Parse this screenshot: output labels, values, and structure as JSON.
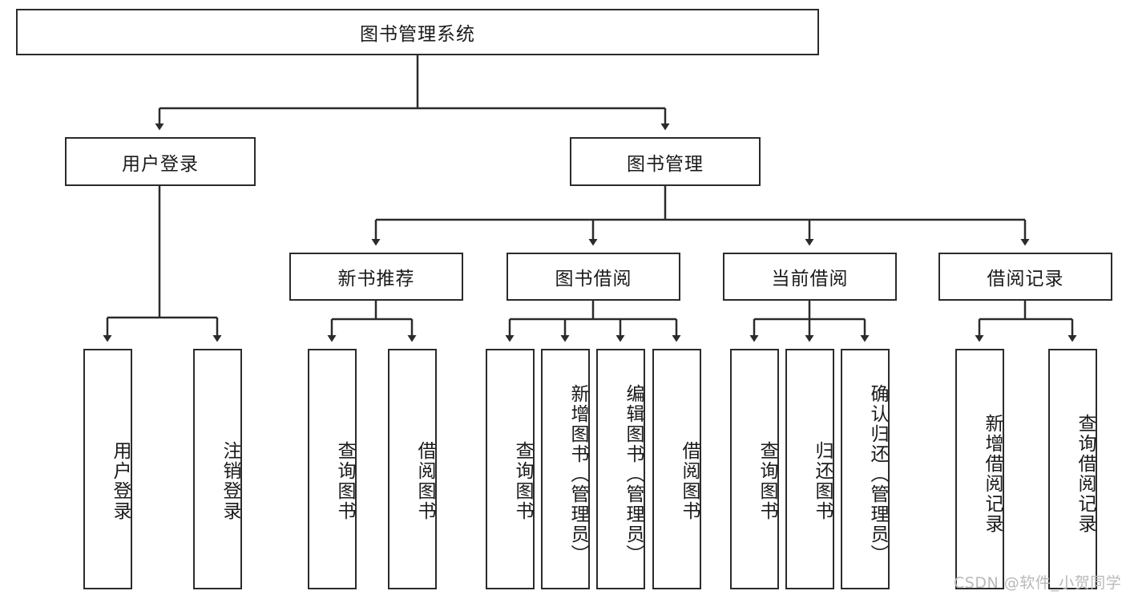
{
  "diagram": {
    "title": "图书管理系统",
    "type": "tree-hierarchy-chart",
    "root": {
      "label": "图书管理系统"
    },
    "level2": [
      {
        "id": "user-login",
        "label": "用户登录"
      },
      {
        "id": "book-management",
        "label": "图书管理"
      }
    ],
    "level3": [
      {
        "id": "new-book-recommend",
        "label": "新书推荐",
        "parent": "book-management"
      },
      {
        "id": "book-borrow",
        "label": "图书借阅",
        "parent": "book-management"
      },
      {
        "id": "current-borrow",
        "label": "当前借阅",
        "parent": "book-management"
      },
      {
        "id": "borrow-record",
        "label": "借阅记录",
        "parent": "book-management"
      }
    ],
    "leaves": [
      {
        "id": "leaf-user-login",
        "label": "用户登录",
        "parent": "user-login"
      },
      {
        "id": "leaf-logout",
        "label": "注销登录",
        "parent": "user-login"
      },
      {
        "id": "leaf-query-book-1",
        "label": "查询图书",
        "parent": "new-book-recommend"
      },
      {
        "id": "leaf-borrow-book-1",
        "label": "借阅图书",
        "parent": "new-book-recommend"
      },
      {
        "id": "leaf-query-book-2",
        "label": "查询图书",
        "parent": "book-borrow"
      },
      {
        "id": "leaf-add-book",
        "label": "新增图书（管理员）",
        "parent": "book-borrow"
      },
      {
        "id": "leaf-edit-book",
        "label": "编辑图书（管理员）",
        "parent": "book-borrow"
      },
      {
        "id": "leaf-borrow-book-2",
        "label": "借阅图书",
        "parent": "book-borrow"
      },
      {
        "id": "leaf-query-book-3",
        "label": "查询图书",
        "parent": "current-borrow"
      },
      {
        "id": "leaf-return-book",
        "label": "归还图书",
        "parent": "current-borrow"
      },
      {
        "id": "leaf-confirm-return",
        "label": "确认归还（管理员）",
        "parent": "current-borrow"
      },
      {
        "id": "leaf-add-record",
        "label": "新增借阅记录",
        "parent": "borrow-record"
      },
      {
        "id": "leaf-query-record",
        "label": "查询借阅记录",
        "parent": "borrow-record"
      }
    ],
    "watermark": "CSDN @软件_小贺同学",
    "colors": {
      "stroke": "#2b2b2b",
      "fill": "#ffffff",
      "text": "#1a1a1a",
      "watermark": "#b9b9b9"
    }
  }
}
